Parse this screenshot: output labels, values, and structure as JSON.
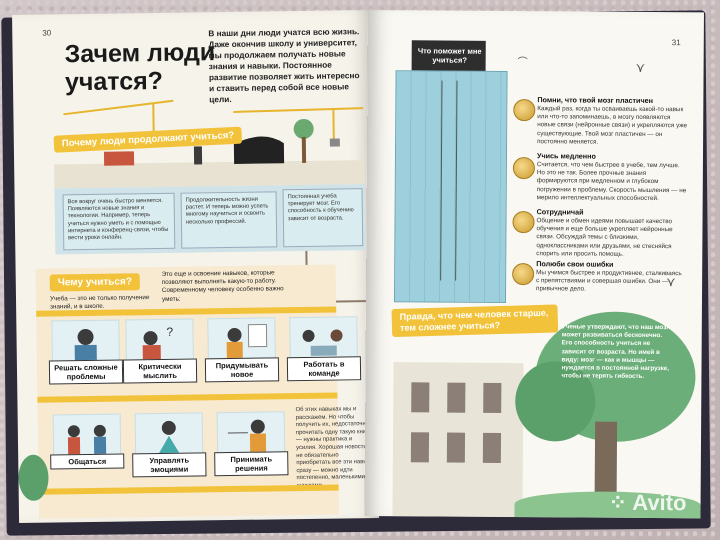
{
  "left_page": {
    "page_number": "30",
    "title": "Зачем люди учатся?",
    "intro": "В наши дни люди учатся всю жизнь. Даже окончив школу и университет, мы продолжаем получать новые знания и навыки. Постоянное развитие позволяет жить интересно и ставить перед собой все новые цели.",
    "why_banner": "Почему люди продолжают учиться?",
    "why_boxes": [
      "Все вокруг очень быстро меняется. Появляются новые знания и технологии. Например, теперь учиться нужно уметь и с помощью интернета и конференц-связи, чтобы вести уроки онлайн.",
      "Продолжительность жизни растет. И теперь можно успеть многому научиться и освоить несколько профессий.",
      "Постоянная учеба тренирует мозг. Его способность к обучению зависит от возраста."
    ],
    "what_banner": "Чему учиться?",
    "what_sub": "Учеба — это не только получение знаний, и в школе.",
    "what_text": "Это еще и освоение навыков, которые позволяют выполнять какую-то работу. Современному человеку особенно важно уметь:",
    "skills_row1": [
      "Решать сложные проблемы",
      "Критически мыслить",
      "Придумывать новое",
      "Работать в команде"
    ],
    "skills_row2": [
      "Общаться",
      "Управлять эмоциями",
      "Принимать решения"
    ],
    "closing_text": "Об этих навыках мы и расскажем. Но чтобы получить их, недостаточно прочитать одну такую книгу — нужны практика и усилия. Хорошая новость: не обязательно приобретать все эти навыки сразу — можно идти постепенно, маленькими шажками."
  },
  "right_page": {
    "page_number": "31",
    "tower_sign": "Что поможет мне учиться?",
    "tips": [
      {
        "head": "Помни, что твой мозг пластичен",
        "text": "Каждый раз, когда ты осваиваешь какой-то навык или что-то запоминаешь, в мозгу появляются новые связи (нейронные связи) и укрепляются уже существующие. Твой мозг пластичен — он постоянно меняется."
      },
      {
        "head": "Учись медленно",
        "text": "Считается, что чем быстрее в учебе, тем лучше. Но это не так. Более прочные знания формируются при медленном и глубоком погружении в проблему. Скорость мышления — не мерило интеллектуальных способностей."
      },
      {
        "head": "Сотрудничай",
        "text": "Общение и обмен идеями повышает качество обучения и еще больше укрепляет нейронные связи. Обсуждай темы с близкими, одноклассниками или друзьями, не стесняйся спорить или просить помощь."
      },
      {
        "head": "Полюби свои ошибки",
        "text": "Мы учимся быстрее и продуктивнее, сталкиваясь с препятствиями и совершая ошибки. Они — привычное дело."
      }
    ],
    "question_banner": "Правда, что чем человек старше, тем сложнее учиться?",
    "answer_text": "Ученые утверждают, что наш мозг может развиваться бесконечно. Его способность учиться не зависит от возраста. Но имей в виду: мозг — как и мышцы — нуждается в постоянной нагрузке, чтобы не терять гибкость."
  },
  "watermark": "Avito",
  "colors": {
    "accent_yellow": "#f2c33a",
    "glass_blue": "#9dd0dc",
    "tree_green": "#5b9f6a",
    "page_cream": "#f6f3ea"
  }
}
